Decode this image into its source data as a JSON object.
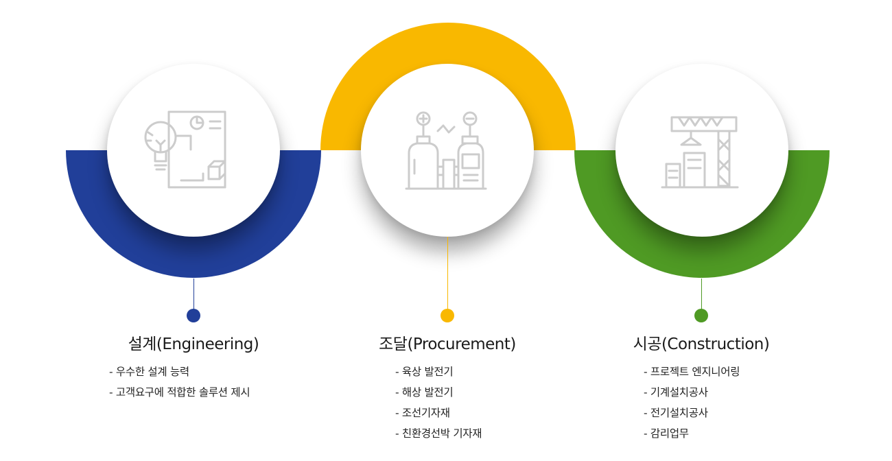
{
  "colors": {
    "engineering": "#213f99",
    "procurement": "#f9b800",
    "construction": "#4f9a24",
    "icon_stroke": "#cccccc"
  },
  "sections": [
    {
      "icon": "lightbulb-blueprint-icon",
      "title": "설계(Engineering)",
      "items": [
        "- 우수한 설계 능력",
        "- 고객요구에 적합한 솔루션 제시"
      ]
    },
    {
      "icon": "power-generator-icon",
      "title": "조달(Procurement)",
      "items": [
        "- 육상 발전기",
        "- 해상 발전기",
        "- 조선기자재",
        "- 친환경선박 기자재"
      ]
    },
    {
      "icon": "construction-crane-icon",
      "title": "시공(Construction)",
      "items": [
        "- 프로젝트 엔지니어링",
        "- 기계설치공사",
        "- 전기설치공사",
        "- 감리업무"
      ]
    }
  ]
}
